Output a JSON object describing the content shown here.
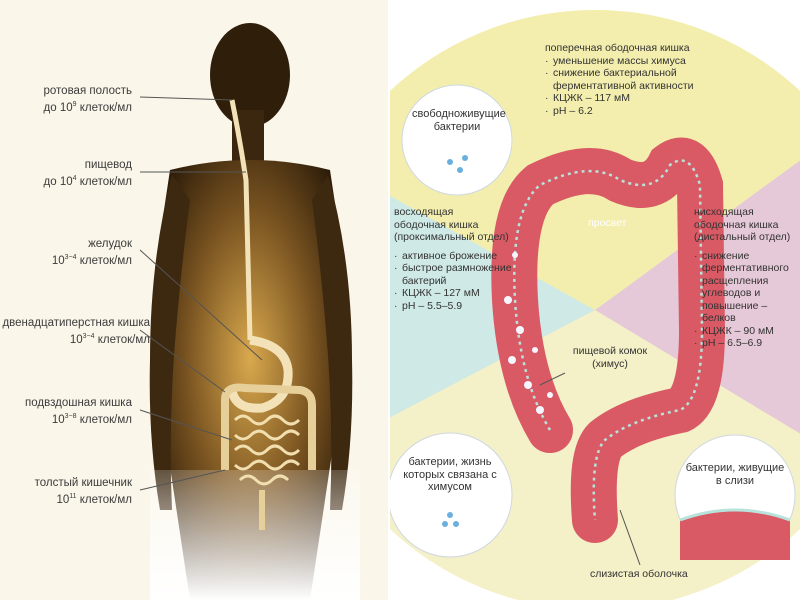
{
  "left_labels": [
    {
      "line1": "ротовая полость",
      "pre": "до 10",
      "exp": "9",
      "post": " клеток/мл"
    },
    {
      "line1": "пищевод",
      "pre": "до 10",
      "exp": "4",
      "post": " клеток/мл"
    },
    {
      "line1": "желудок",
      "pre": "10",
      "exp": "3−4",
      "post": " клеток/мл"
    },
    {
      "line1": "двенадцатиперстная кишка",
      "pre": "10",
      "exp": "3−4",
      "post": " клеток/мл"
    },
    {
      "line1": "подвздошная кишка",
      "pre": "10",
      "exp": "3−8",
      "post": " клеток/мл"
    },
    {
      "line1": "толстый кишечник",
      "pre": "10",
      "exp": "11",
      "post": " клеток/мл"
    }
  ],
  "transverse": {
    "title": "поперечная ободочная кишка",
    "items": [
      "уменьшение массы химуса",
      "снижение бактериальной ферментативной активности",
      "КЦЖК – 117 мМ",
      "рН – 6.2"
    ]
  },
  "ascending": {
    "title1": "восходящая",
    "title2": "ободочная кишка",
    "title3": "(проксимальный отдел)",
    "items": [
      "активное брожение",
      "быстрое размножение бактерий",
      "КЦЖК – 127 мМ",
      "рН – 5.5–5.9"
    ]
  },
  "descending": {
    "title1": "нисходящая",
    "title2": "ободочная кишка",
    "title3": "(дистальный отдел)",
    "items": [
      "снижение ферментативного расщепления углеводов и повышение – белков",
      "КЦЖК – 90 мМ",
      "рН – 6.5–6.9"
    ]
  },
  "bubbles": {
    "free": "свободноживущие бактерии",
    "chyme": "бактерии, жизнь которых связана с химусом",
    "mucus": "бактерии, живущие в слизи"
  },
  "labels": {
    "lumen": "просвет",
    "bolus1": "пищевой комок",
    "bolus2": "(химус)",
    "mucosa": "слизистая оболочка"
  }
}
